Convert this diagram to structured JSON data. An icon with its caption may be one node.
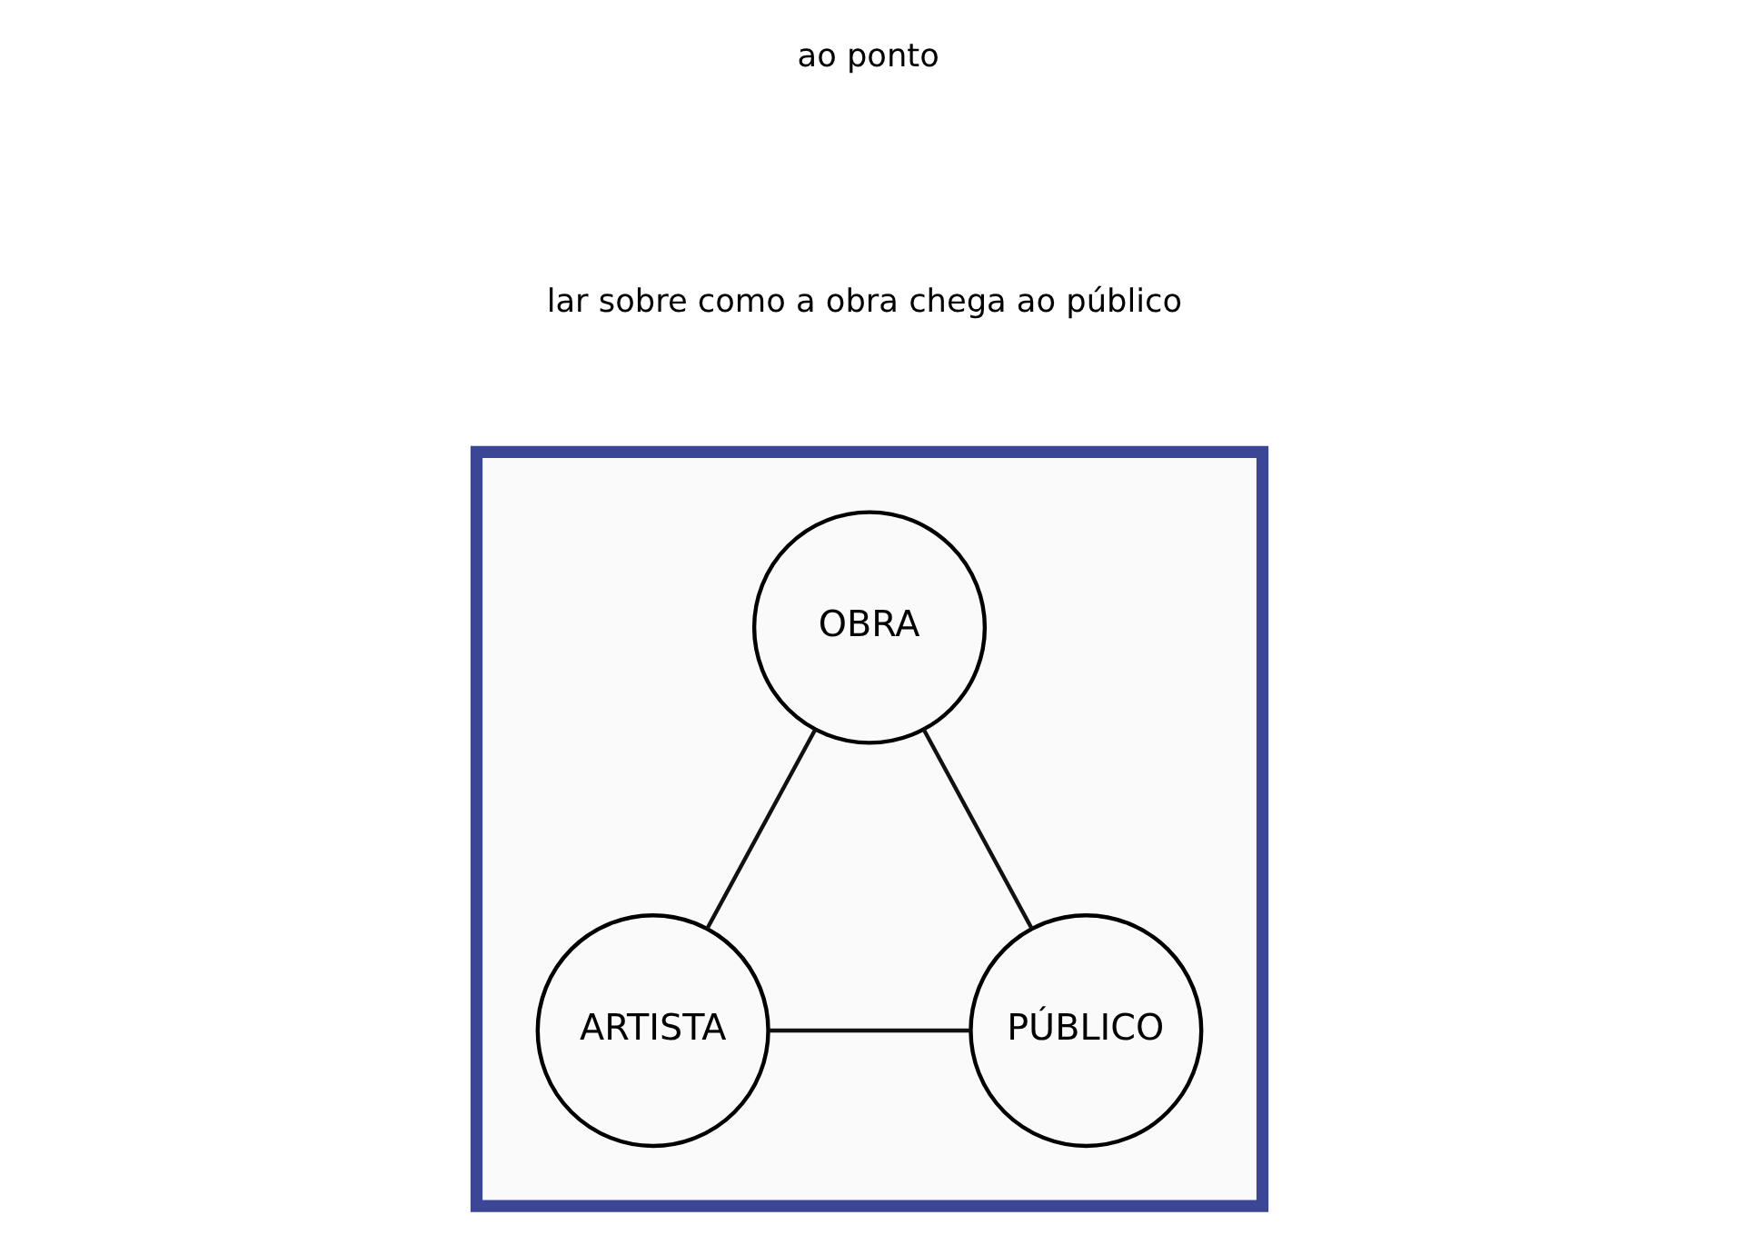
{
  "diagram": {
    "nodes": [
      {
        "text": [],
        "shape": "box"
      },
      {
        "text": [
          "OBRA"
        ],
        "in": 0
      },
      {
        "text": [
          "ARTISTA"
        ],
        "in": 0
      },
      {
        "text": [
          "PÚBLICO"
        ],
        "in": 0
      }
    ],
    "edges": [
      {
        "from": 1,
        "to": 2,
        "arrow": "none"
      },
      {
        "from": 1,
        "to": 3,
        "arrow": "none"
      },
      {
        "from": 2,
        "to": 3,
        "arrow": "none"
      }
    ],
    "labels": [
      "ao ponto",
      "lar sobre como a obra chega ao público"
    ]
  }
}
